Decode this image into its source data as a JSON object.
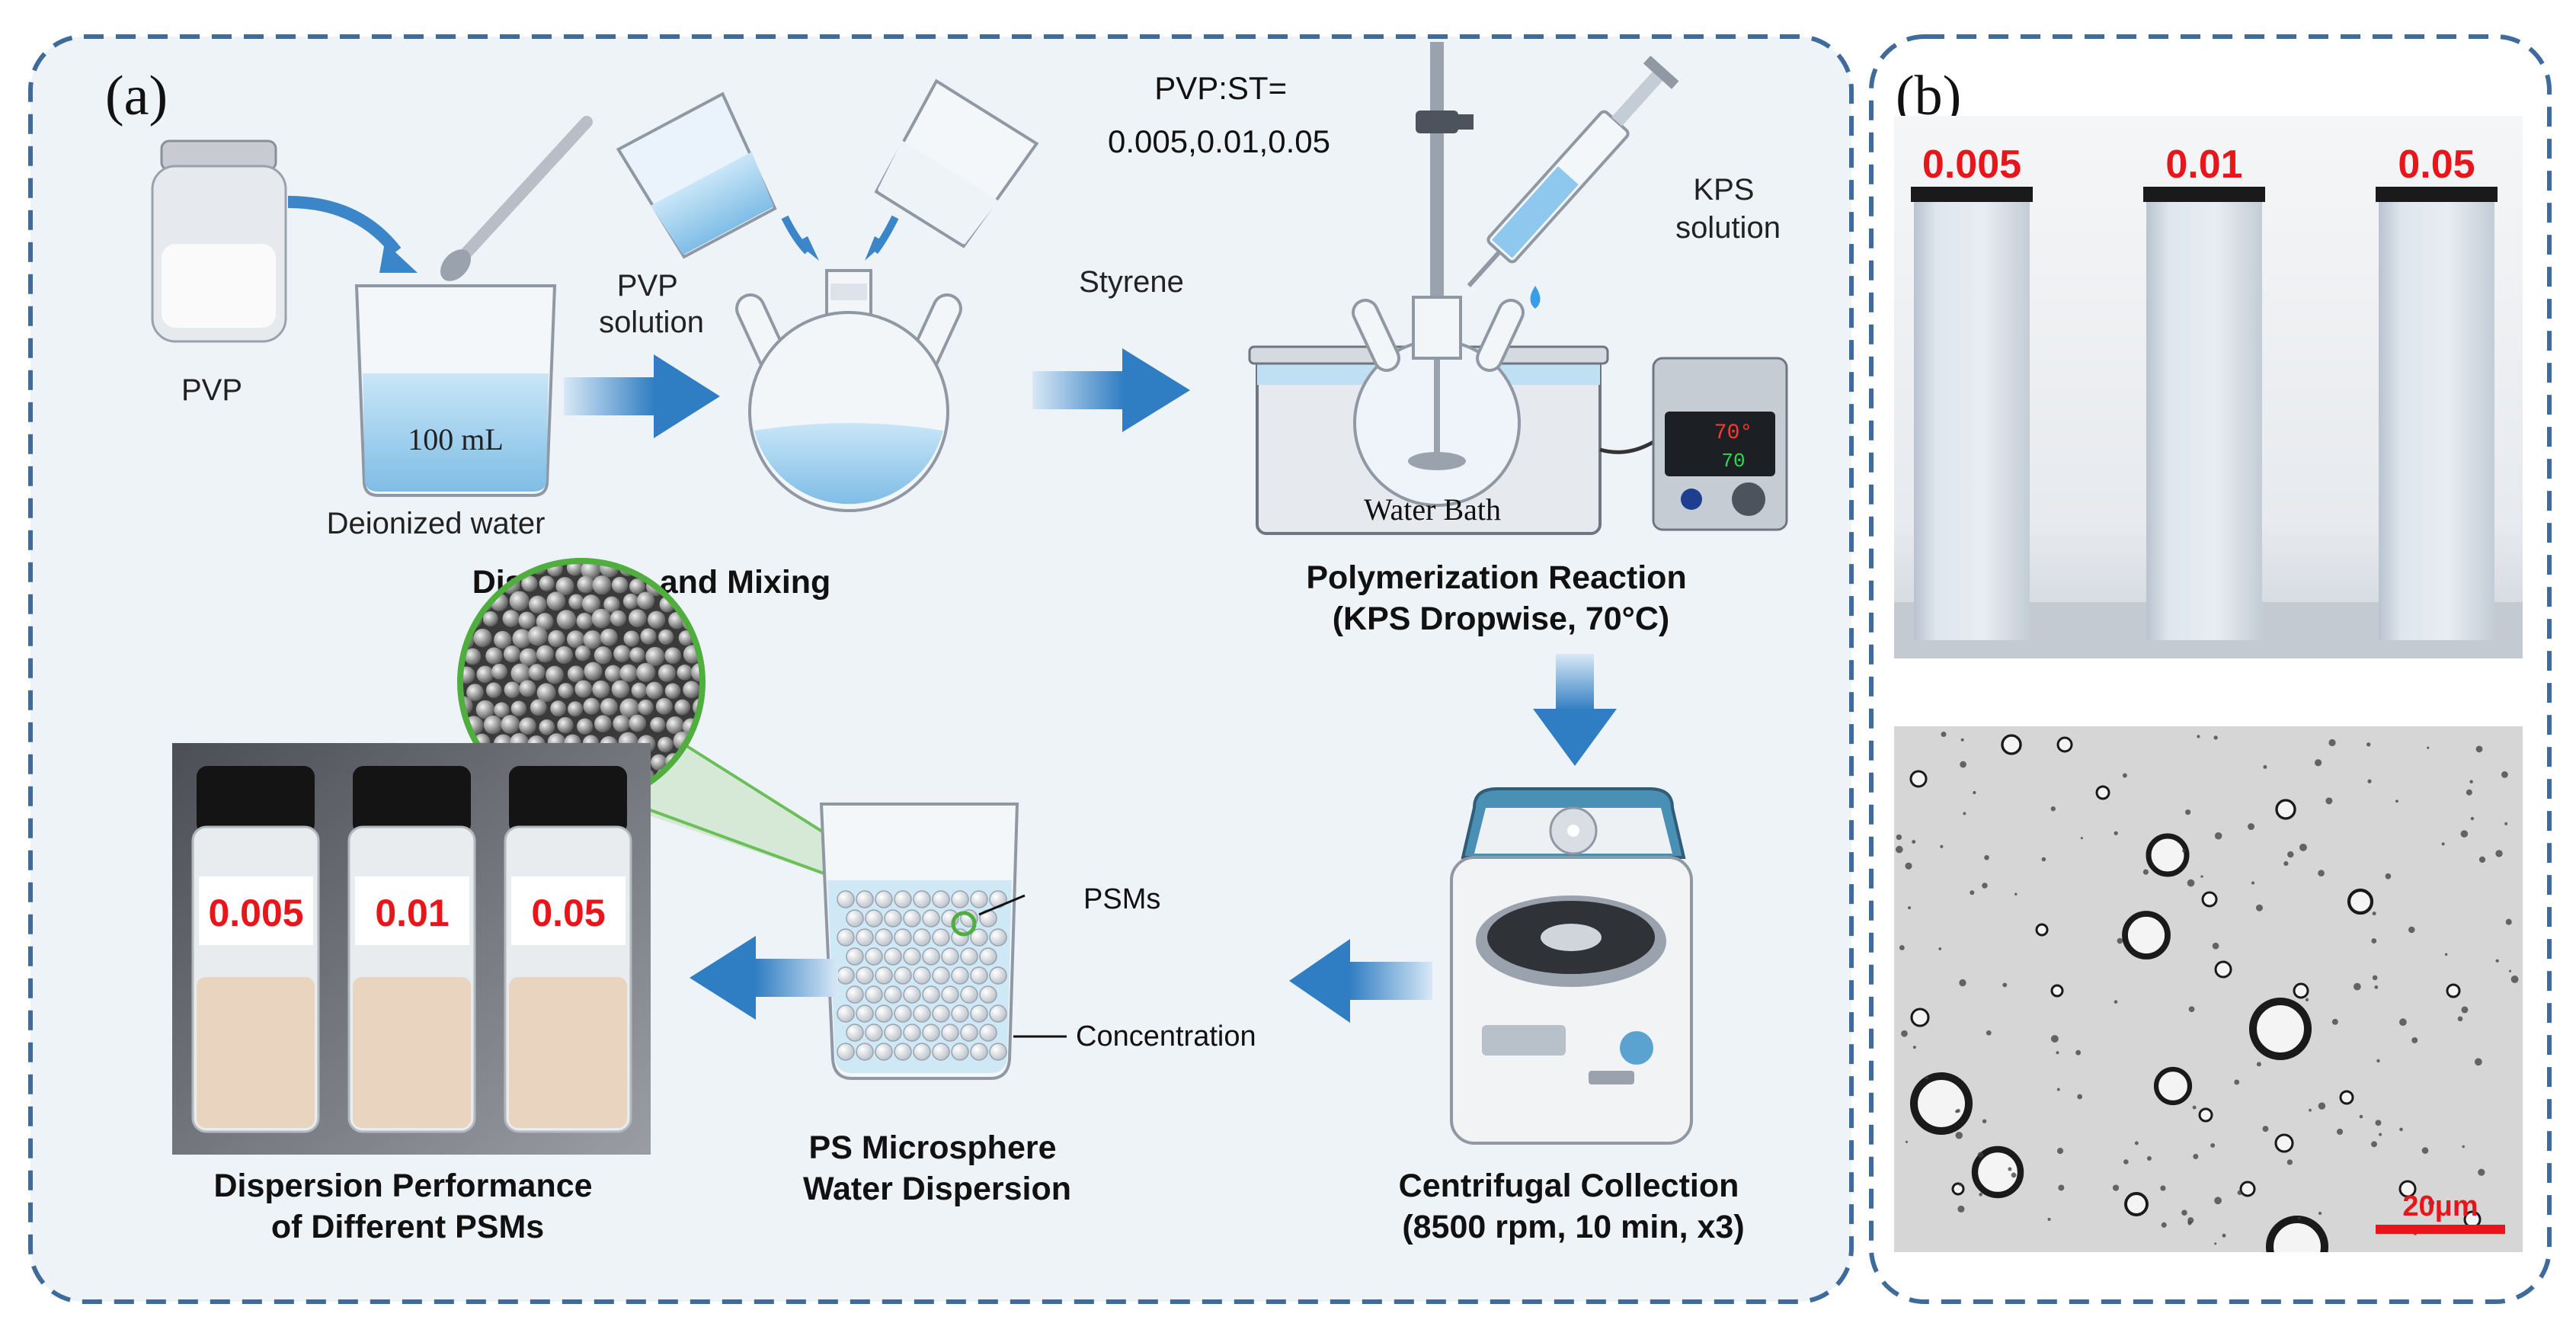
{
  "panel_a": {
    "label": "(a)",
    "pvp_label": "PVP",
    "water_label": "Deionized water",
    "beaker_volume": "100 mL",
    "pvp_solution_label": [
      "PVP",
      "solution"
    ],
    "styrene_label": "Styrene",
    "ratio_label": [
      "PVP:ST=",
      "0.005,0.01,0.05"
    ],
    "kps_label": [
      "KPS",
      "solution"
    ],
    "water_bath_label": "Water Bath",
    "temp_display": [
      "70°",
      "70"
    ],
    "step_dissolution": "Dissolution and Mixing",
    "step_polymerization": [
      "Polymerization Reaction",
      "(KPS Dropwise, 70°C)"
    ],
    "step_centrifugal": [
      "Centrifugal Collection",
      "(8500 rpm, 10 min, x3)"
    ],
    "step_dispersion": [
      "PS Microsphere",
      "Water Dispersion"
    ],
    "step_performance": [
      "Dispersion Performance",
      "of Different PSMs"
    ],
    "psms_label": "PSMs",
    "concentration_label": "Concentration",
    "vial_labels": [
      "0.005",
      "0.01",
      "0.05"
    ]
  },
  "panel_b": {
    "label": "(b)",
    "tube_labels": [
      "0.005",
      "0.01",
      "0.05"
    ],
    "scale_bar_label": "20μm"
  },
  "colors": {
    "frame_dash": "#3f6a9c",
    "arrow": "#3a86c8",
    "label_red": "#e8161b",
    "panel_bg": "#eef3f8"
  }
}
